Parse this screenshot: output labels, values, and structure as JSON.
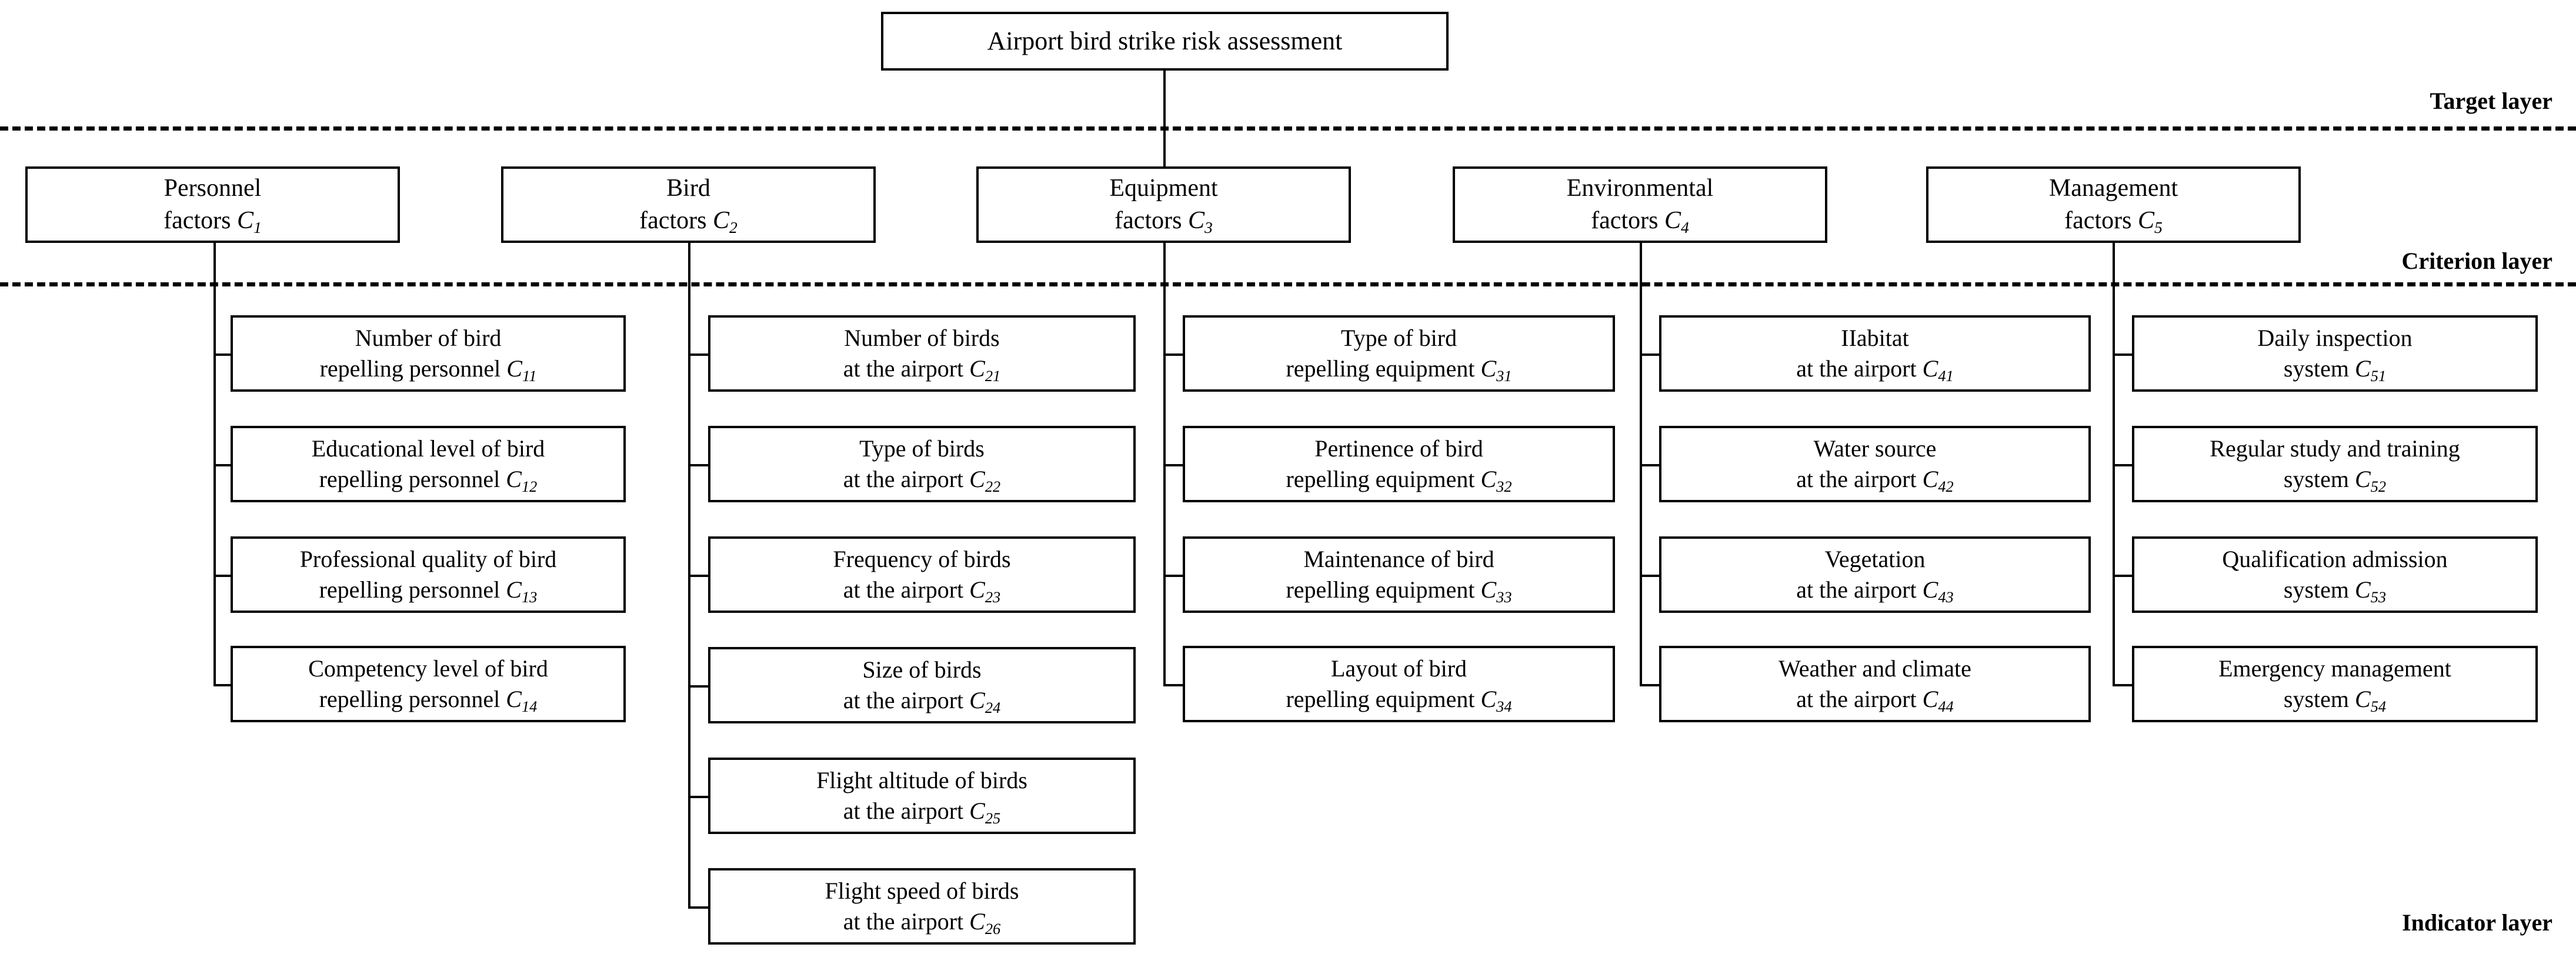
{
  "diagram": {
    "title": "Airport bird strike risk assessment",
    "layers": [
      {
        "name": "target-layer",
        "label": "Target layer"
      },
      {
        "name": "criterion-layer",
        "label": "Criterion layer"
      },
      {
        "name": "indicator-layer",
        "label": "Indicator layer"
      }
    ],
    "root": {
      "label": "Airport bird strike risk assessment"
    },
    "criteria": [
      {
        "line1": "Personnel",
        "line2": "factors ",
        "code": "C",
        "sub": "1"
      },
      {
        "line1": "Bird",
        "line2": "factors ",
        "code": "C",
        "sub": "2"
      },
      {
        "line1": "Equipment",
        "line2": "factors ",
        "code": "C",
        "sub": "3"
      },
      {
        "line1": "Environmental",
        "line2": "factors ",
        "code": "C",
        "sub": "4"
      },
      {
        "line1": "Management",
        "line2": "factors ",
        "code": "C",
        "sub": "5"
      }
    ],
    "indicators": {
      "personnel": [
        {
          "line1": "Number of bird",
          "line2": "repelling personnel ",
          "code": "C",
          "sub": "11"
        },
        {
          "line1": "Educational level of bird",
          "line2": "repelling personnel ",
          "code": "C",
          "sub": "12"
        },
        {
          "line1": "Professional quality of bird",
          "line2": "repelling personnel ",
          "code": "C",
          "sub": "13"
        },
        {
          "line1": "Competency level of  bird",
          "line2": "repelling personnel ",
          "code": "C",
          "sub": "14"
        }
      ],
      "bird": [
        {
          "line1": "Number of birds",
          "line2": "at the airport ",
          "code": "C",
          "sub": "21"
        },
        {
          "line1": "Type of birds",
          "line2": "at the airport ",
          "code": "C",
          "sub": "22"
        },
        {
          "line1": "Frequency of birds",
          "line2": "at the airport ",
          "code": "C",
          "sub": "23"
        },
        {
          "line1": "Size of birds",
          "line2": "at the airport ",
          "code": "C",
          "sub": "24"
        },
        {
          "line1": "Flight altitude of birds",
          "line2": "at the airport ",
          "code": "C",
          "sub": "25"
        },
        {
          "line1": "Flight speed of birds",
          "line2": "at the airport ",
          "code": "C",
          "sub": "26"
        }
      ],
      "equipment": [
        {
          "line1": "Type of bird",
          "line2": "repelling equipment ",
          "code": "C",
          "sub": "31"
        },
        {
          "line1": "Pertinence of bird",
          "line2": "repelling equipment ",
          "code": "C",
          "sub": "32"
        },
        {
          "line1": "Maintenance of bird",
          "line2": "repelling equipment ",
          "code": "C",
          "sub": "33"
        },
        {
          "line1": "Layout of bird",
          "line2": "repelling equipment ",
          "code": "C",
          "sub": "34"
        }
      ],
      "environmental": [
        {
          "line1": "IIabitat",
          "line2": "at the airport ",
          "code": "C",
          "sub": "41"
        },
        {
          "line1": "Water source",
          "line2": "at the airport ",
          "code": "C",
          "sub": "42"
        },
        {
          "line1": "Vegetation",
          "line2": "at the airport ",
          "code": "C",
          "sub": "43"
        },
        {
          "line1": "Weather and climate",
          "line2": "at the airport ",
          "code": "C",
          "sub": "44"
        }
      ],
      "management": [
        {
          "line1": "Daily inspection",
          "line2": "system ",
          "code": "C",
          "sub": "51"
        },
        {
          "line1": "Regular study and training",
          "line2": "system ",
          "code": "C",
          "sub": "52"
        },
        {
          "line1": "Qualification admission",
          "line2": "system ",
          "code": "C",
          "sub": "53"
        },
        {
          "line1": "Emergency management",
          "line2": "system ",
          "code": "C",
          "sub": "54"
        }
      ]
    }
  }
}
